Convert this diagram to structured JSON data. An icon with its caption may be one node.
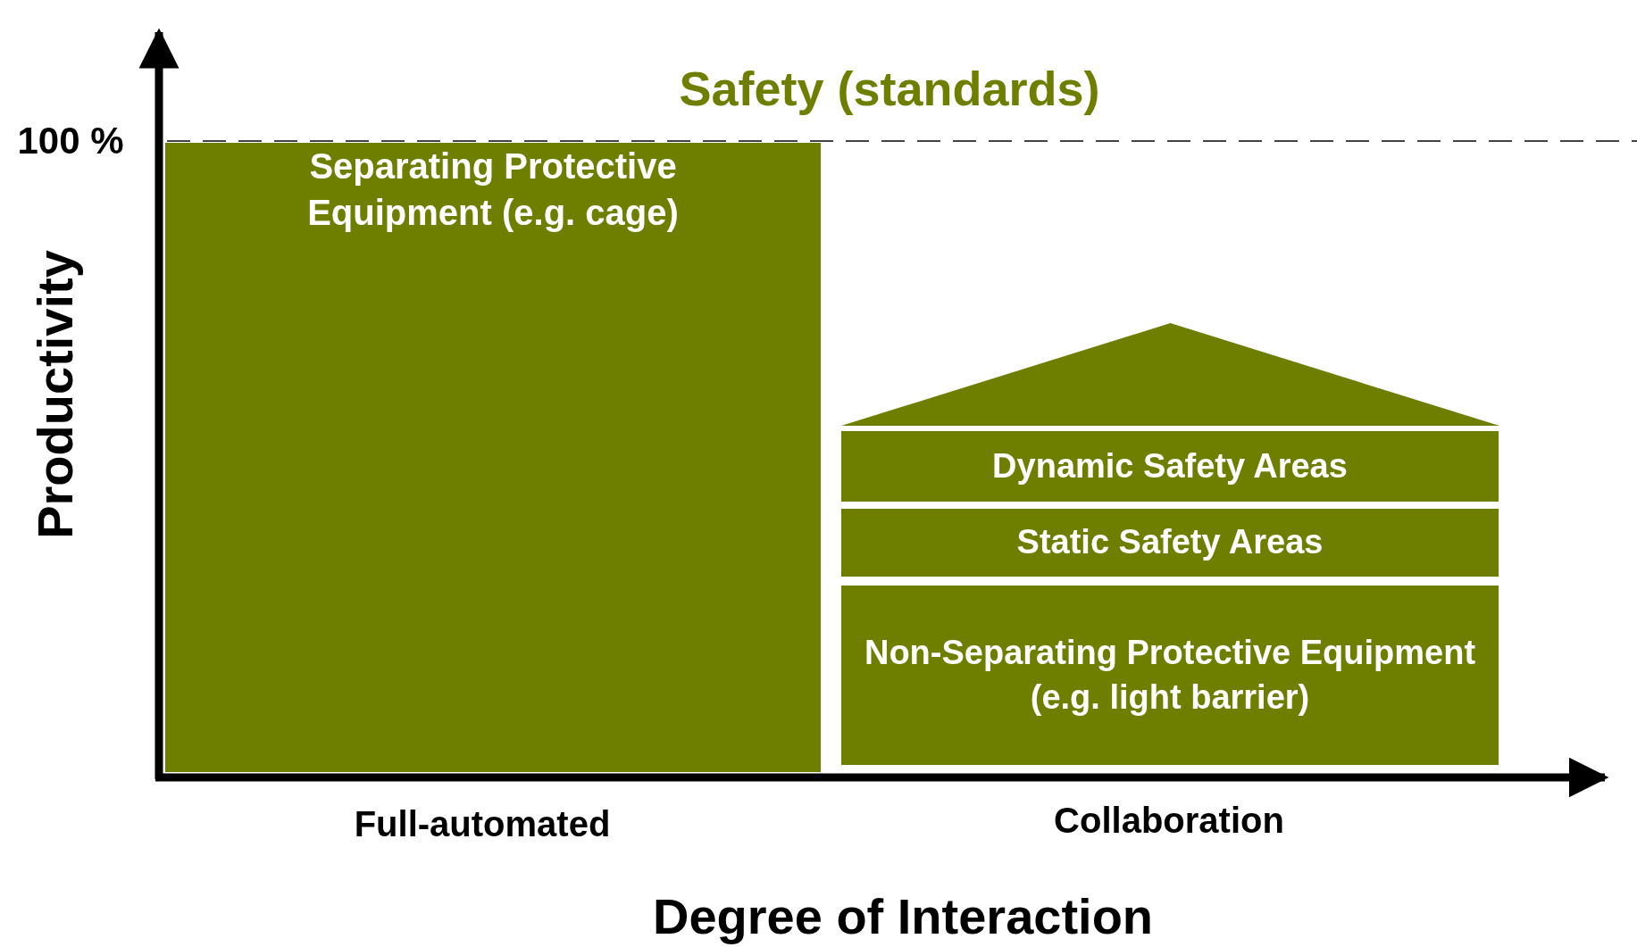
{
  "diagram": {
    "title": "Safety (standards)",
    "nodes": [
      {
        "text": [
          "Separating Protective Equipment (e.g. cage)"
        ]
      },
      {
        "text": [],
        "shape": "triangle"
      },
      {
        "text": [
          "Dynamic Safety Areas"
        ]
      },
      {
        "text": [
          "Static Safety Areas"
        ]
      },
      {
        "text": [
          "Non-Separating Protective Equipment (e.g. light barrier)"
        ]
      }
    ],
    "labels": [
      "100 %",
      "Productivity",
      "Full-automated",
      "Collaboration",
      "Degree of Interaction"
    ]
  }
}
